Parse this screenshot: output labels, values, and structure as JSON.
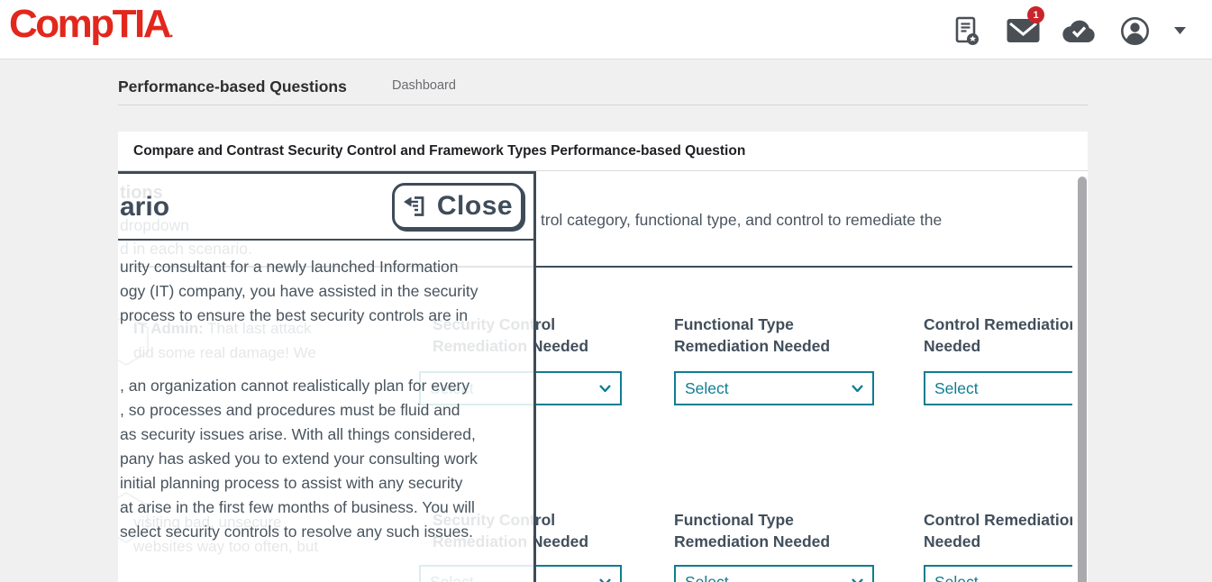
{
  "header": {
    "logo": "CompTIA",
    "logo_mark": ".",
    "notification_count": "1"
  },
  "nav": {
    "title": "Performance-based Questions",
    "breadcrumb": "Dashboard"
  },
  "question": {
    "title": "Compare and Contrast Security Control and Framework Types Performance-based Question"
  },
  "modal": {
    "heading_fragment": "ario",
    "close_label": "Close",
    "body_lines": [
      "urity consultant for a newly launched Information",
      "ogy (IT) company, you have assisted in the security",
      "process to ensure the best security controls are in",
      ", an organization cannot realistically plan for every",
      ", so processes and procedures must be fluid and",
      "as security issues arise. With all things considered,",
      "pany has asked you to extend your consulting work",
      "initial planning process to assist with any security",
      "at arise in the first few months of business. You will",
      "select security controls to resolve any such issues."
    ]
  },
  "body": {
    "instruction_fragment": "trol category, functional type, and control to remediate the",
    "faint": {
      "heading_fragment": "tions",
      "line1_fragment": "dropdown",
      "line2_fragment": "d in each scenario.",
      "bubble1_speaker": "IT Admin:",
      "bubble1_line1": " That last attack",
      "bubble1_line2": "did some real damage! We",
      "bubble2_line1": "visiting bad, unsecure",
      "bubble2_line2": "websites way too often, but"
    },
    "columns": [
      {
        "line1": "Security Control",
        "line2": "Remediation Needed",
        "select_value": "Select"
      },
      {
        "line1": "Functional Type",
        "line2": "Remediation Needed",
        "select_value": "Select"
      },
      {
        "line1": "Control Remediation",
        "line2": "Needed",
        "select_value": "Select"
      }
    ]
  },
  "colors": {
    "brand_red": "#e2271d",
    "accent_teal": "#0f7d91",
    "slate": "#3e4b59",
    "badge_red": "#c9252d"
  }
}
